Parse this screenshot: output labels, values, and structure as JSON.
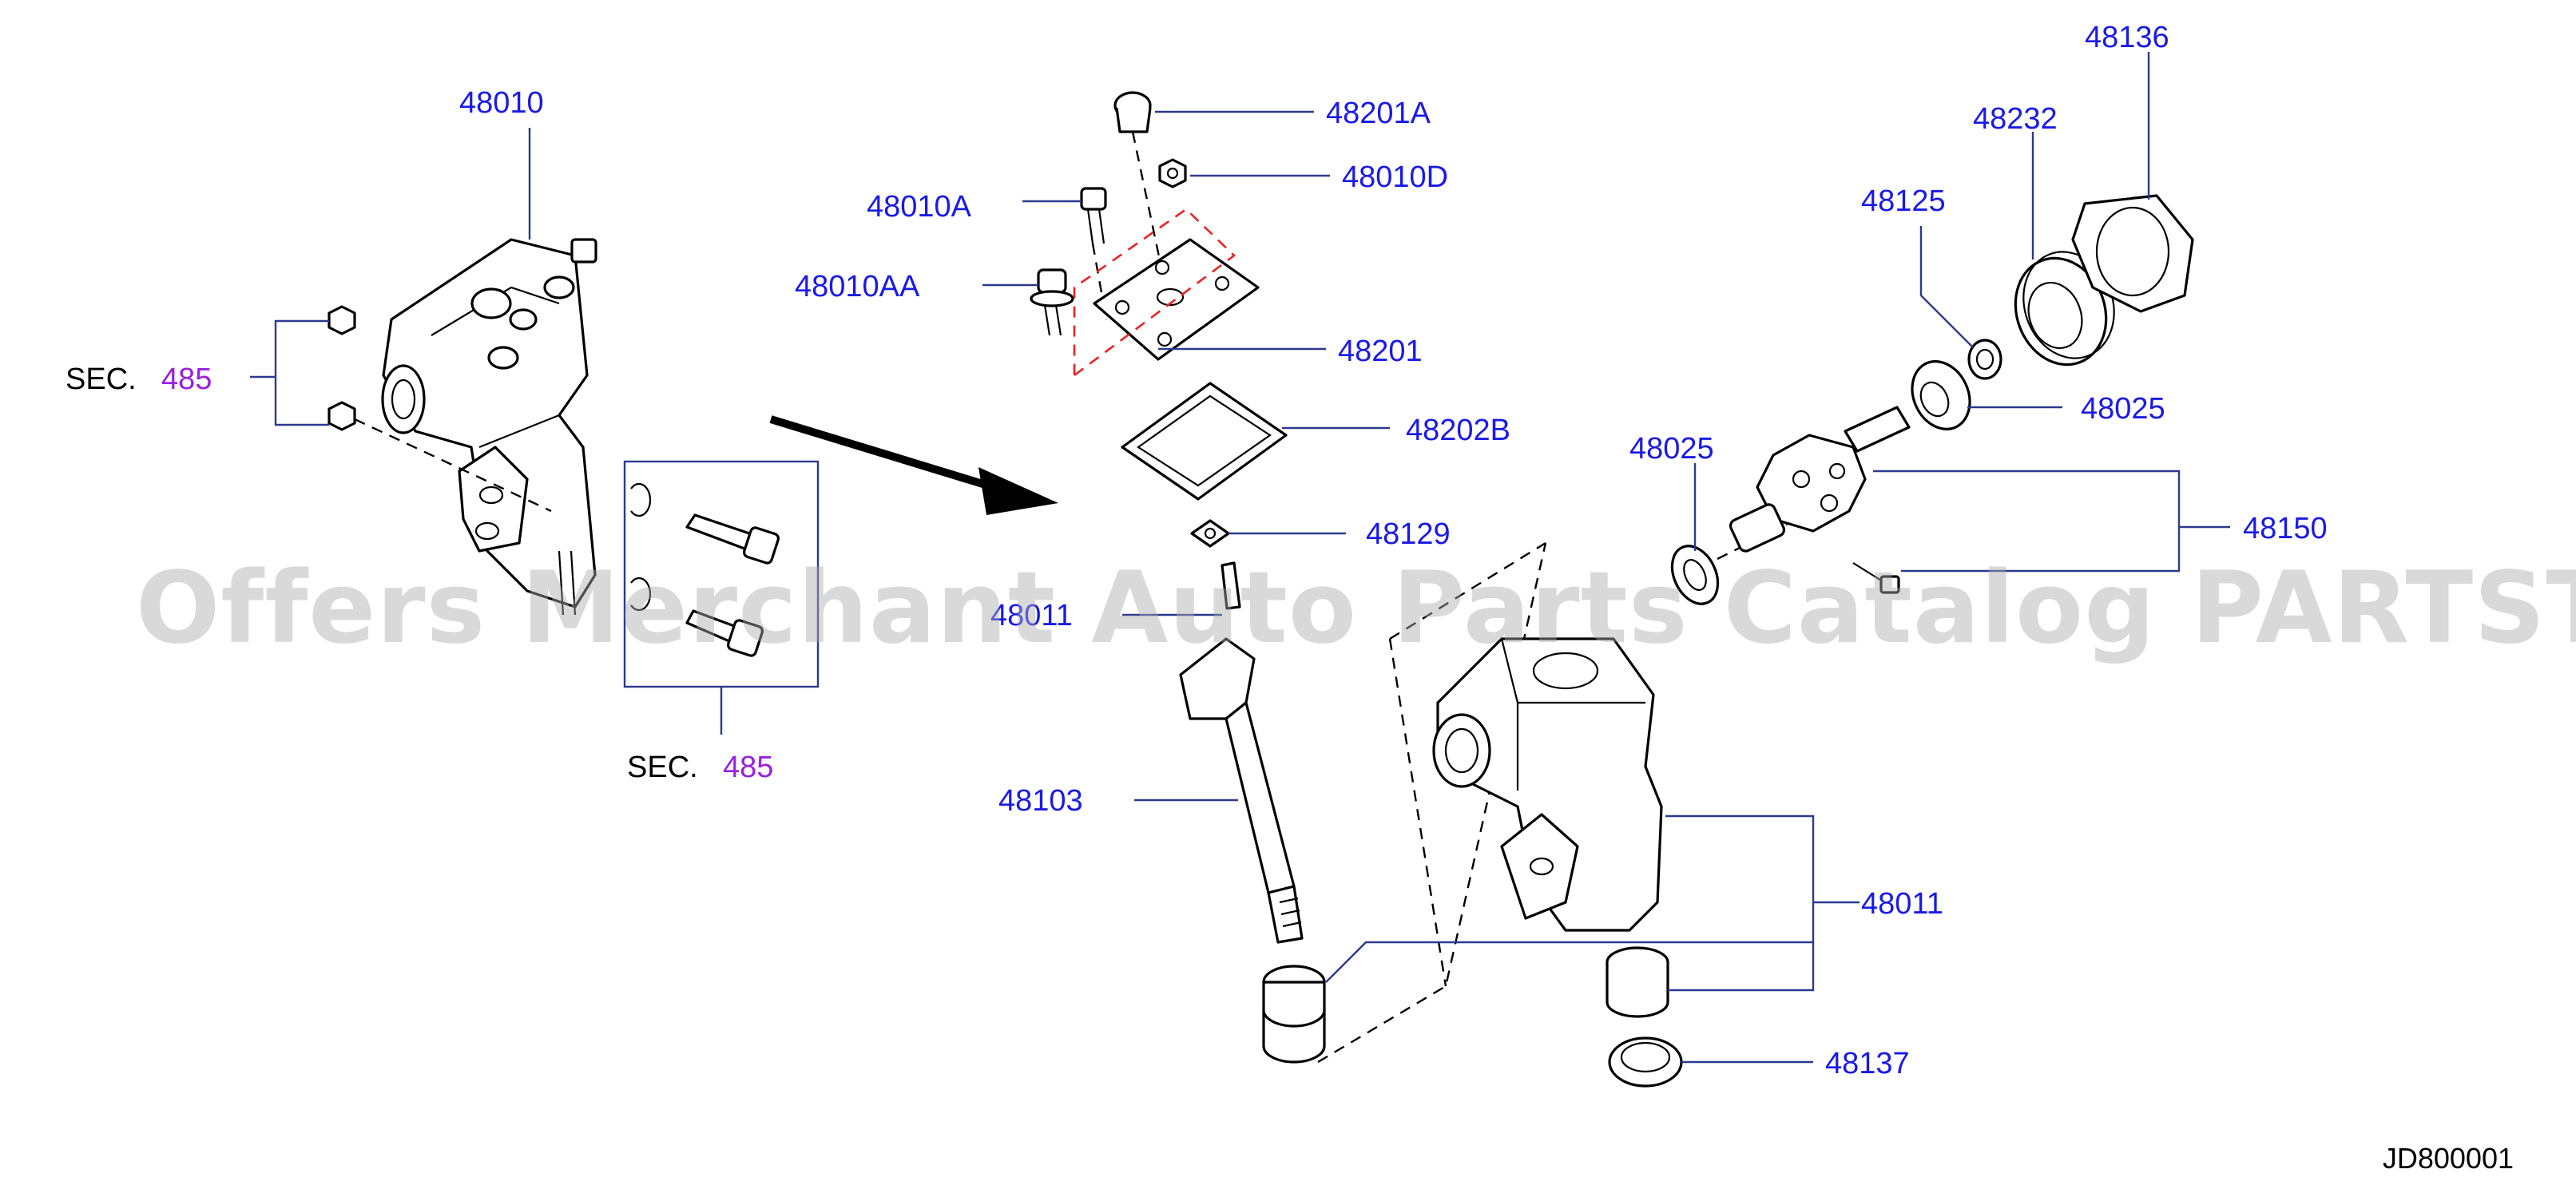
{
  "labels": {
    "p48010": "48010",
    "p48201A": "48201A",
    "p48010D": "48010D",
    "p48010A": "48010A",
    "p48010AA": "48010AA",
    "p48201": "48201",
    "p48202B": "48202B",
    "p48129": "48129",
    "p48011_hidden": "48011",
    "p48103": "48103",
    "p48011": "48011",
    "p48137": "48137",
    "p48136": "48136",
    "p48232": "48232",
    "p48125": "48125",
    "p48025_right": "48025",
    "p48025_left": "48025",
    "p48150": "48150",
    "sec_text": "SEC.",
    "sec_num": "485"
  },
  "watermark": "Offers Merchant Auto Parts Catalog PARTSTORE.SA",
  "diagram_code": "JD800001",
  "colors": {
    "part_number": "#1a1ae6",
    "section_number": "#9a1fe0",
    "leader_line": "#2b3a8f",
    "dashed_guide": "#e22222"
  }
}
